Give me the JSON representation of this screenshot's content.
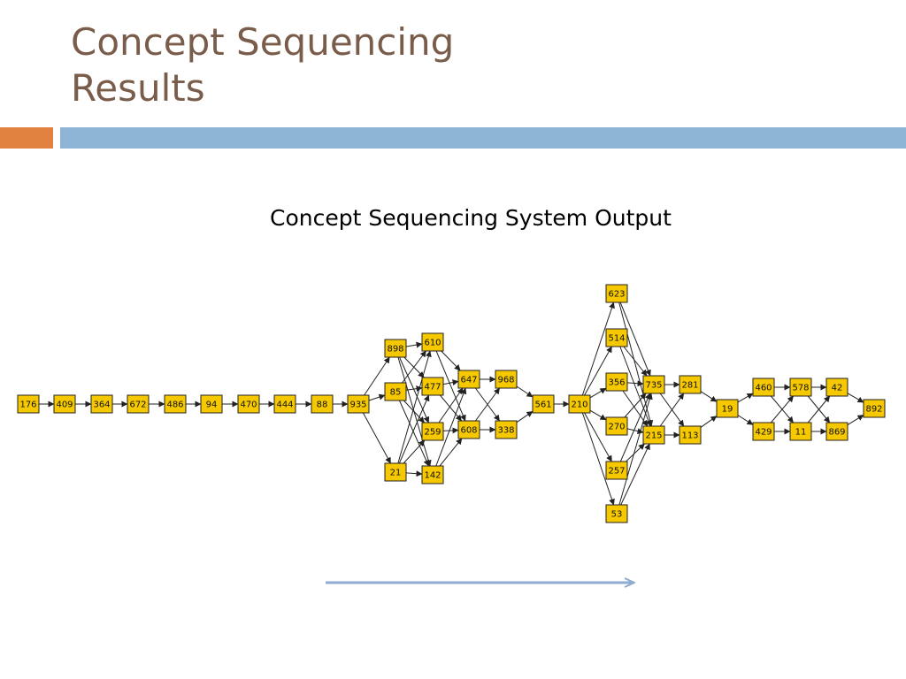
{
  "slide": {
    "title_line1": "Concept Sequencing",
    "title_line2": "Results",
    "subtitle": "Concept Sequencing System Output"
  },
  "colors": {
    "title": "#7a5c4a",
    "accent_orange": "#e0813f",
    "accent_blue": "#8eb4d6",
    "node_fill": "#f5c800",
    "timeline_arrow": "#8eabd0"
  },
  "graph": {
    "nodes": [
      "176",
      "409",
      "364",
      "672",
      "486",
      "94",
      "470",
      "444",
      "88",
      "935",
      "898",
      "85",
      "21",
      "610",
      "477",
      "259",
      "142",
      "647",
      "608",
      "968",
      "338",
      "561",
      "210",
      "623",
      "514",
      "356",
      "270",
      "257",
      "53",
      "735",
      "215",
      "281",
      "113",
      "19",
      "460",
      "429",
      "578",
      "11",
      "42",
      "869",
      "892"
    ],
    "edges": [
      [
        "176",
        "409"
      ],
      [
        "409",
        "364"
      ],
      [
        "364",
        "672"
      ],
      [
        "672",
        "486"
      ],
      [
        "486",
        "94"
      ],
      [
        "94",
        "470"
      ],
      [
        "470",
        "444"
      ],
      [
        "444",
        "88"
      ],
      [
        "88",
        "935"
      ],
      [
        "935",
        "898"
      ],
      [
        "935",
        "85"
      ],
      [
        "935",
        "21"
      ],
      [
        "898",
        "610"
      ],
      [
        "898",
        "477"
      ],
      [
        "898",
        "259"
      ],
      [
        "898",
        "142"
      ],
      [
        "85",
        "610"
      ],
      [
        "85",
        "477"
      ],
      [
        "85",
        "259"
      ],
      [
        "85",
        "142"
      ],
      [
        "21",
        "610"
      ],
      [
        "21",
        "477"
      ],
      [
        "21",
        "259"
      ],
      [
        "21",
        "142"
      ],
      [
        "610",
        "647"
      ],
      [
        "610",
        "608"
      ],
      [
        "477",
        "647"
      ],
      [
        "477",
        "608"
      ],
      [
        "259",
        "647"
      ],
      [
        "259",
        "608"
      ],
      [
        "142",
        "647"
      ],
      [
        "142",
        "608"
      ],
      [
        "647",
        "968"
      ],
      [
        "647",
        "338"
      ],
      [
        "608",
        "968"
      ],
      [
        "608",
        "338"
      ],
      [
        "968",
        "561"
      ],
      [
        "338",
        "561"
      ],
      [
        "561",
        "210"
      ],
      [
        "210",
        "623"
      ],
      [
        "210",
        "514"
      ],
      [
        "210",
        "356"
      ],
      [
        "210",
        "270"
      ],
      [
        "210",
        "257"
      ],
      [
        "210",
        "53"
      ],
      [
        "623",
        "735"
      ],
      [
        "623",
        "215"
      ],
      [
        "514",
        "735"
      ],
      [
        "514",
        "215"
      ],
      [
        "356",
        "735"
      ],
      [
        "356",
        "215"
      ],
      [
        "270",
        "735"
      ],
      [
        "270",
        "215"
      ],
      [
        "257",
        "735"
      ],
      [
        "257",
        "215"
      ],
      [
        "53",
        "735"
      ],
      [
        "53",
        "215"
      ],
      [
        "735",
        "281"
      ],
      [
        "735",
        "113"
      ],
      [
        "215",
        "281"
      ],
      [
        "215",
        "113"
      ],
      [
        "281",
        "19"
      ],
      [
        "113",
        "19"
      ],
      [
        "19",
        "460"
      ],
      [
        "19",
        "429"
      ],
      [
        "460",
        "578"
      ],
      [
        "460",
        "11"
      ],
      [
        "429",
        "578"
      ],
      [
        "429",
        "11"
      ],
      [
        "578",
        "42"
      ],
      [
        "578",
        "869"
      ],
      [
        "11",
        "42"
      ],
      [
        "11",
        "869"
      ],
      [
        "42",
        "892"
      ],
      [
        "869",
        "892"
      ]
    ]
  }
}
